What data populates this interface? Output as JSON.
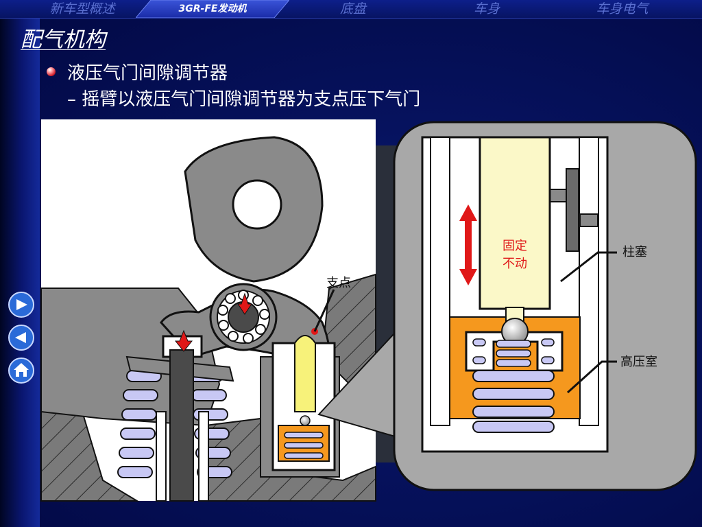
{
  "nav": {
    "items": [
      "新车型概述",
      "3GR-FE发动机",
      "底盘",
      "车身",
      "车身电气"
    ],
    "active_index": 1
  },
  "page": {
    "title": "配气机构"
  },
  "content": {
    "heading": "液压气门间隙调节器",
    "subline": "– 摇臂以液压气门间隙调节器为支点压下气门"
  },
  "diagram": {
    "fulcrum_label": "支点",
    "fixed_label_line1": "固定",
    "fixed_label_line2": "不动",
    "plunger_label": "柱塞",
    "chamber_label": "高压室"
  },
  "side_buttons": {
    "icons": [
      "next-arrow-icon",
      "back-arrow-icon",
      "home-icon"
    ]
  },
  "colors": {
    "accent_red": "#e01818",
    "oil_orange": "#f5981e",
    "plunger_yellow": "#fbf8c8",
    "spring_blue": "#c8c8f4"
  }
}
